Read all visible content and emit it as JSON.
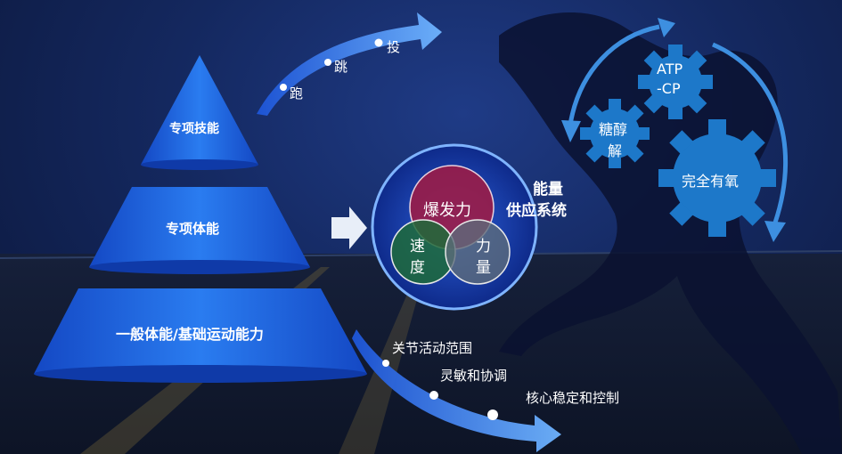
{
  "pyramid": {
    "top": "专项技能",
    "middle": "专项体能",
    "bottom": "一般体能/基础运动能力"
  },
  "upper_arrow_items": [
    "跑",
    "跳",
    "投"
  ],
  "lower_arrow_items": [
    "关节活动范围",
    "灵敏和协调",
    "核心稳定和控制"
  ],
  "venn": {
    "top": "爆发力",
    "left_line1": "速",
    "left_line2": "度",
    "right_line1": "力",
    "right_line2": "量"
  },
  "energy_title_line1": "能量",
  "energy_title_line2": "供应系统",
  "gears": {
    "atp_line1": "ATP",
    "atp_line2": "-CP",
    "glycolysis_line1": "糖醇",
    "glycolysis_line2": "解",
    "aerobic": "完全有氧"
  },
  "colors": {
    "pyramid_blue": "#1e63e0",
    "gear_blue": "#1d78c9",
    "venn_top": "#9b1c47",
    "venn_left": "#1f6b3a",
    "venn_right": "#5c6b7a"
  }
}
